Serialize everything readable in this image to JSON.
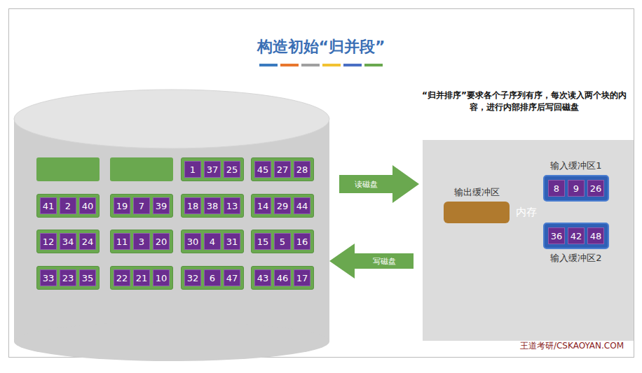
{
  "diagram": {
    "title": "构造初始“归并段”",
    "nodes": [
      {
        "text": [
          "1",
          "37",
          "25"
        ]
      },
      {
        "text": [
          "45",
          "27",
          "28"
        ]
      },
      {
        "text": [
          "41",
          "2",
          "40"
        ]
      },
      {
        "text": [
          "19",
          "7",
          "39"
        ]
      },
      {
        "text": [
          "18",
          "38",
          "13"
        ]
      },
      {
        "text": [
          "14",
          "29",
          "44"
        ]
      },
      {
        "text": [
          "12",
          "34",
          "24"
        ]
      },
      {
        "text": [
          "11",
          "3",
          "20"
        ]
      },
      {
        "text": [
          "30",
          "4",
          "31"
        ]
      },
      {
        "text": [
          "15",
          "5",
          "16"
        ]
      },
      {
        "text": [
          "33",
          "23",
          "35"
        ]
      },
      {
        "text": [
          "22",
          "21",
          "10"
        ]
      },
      {
        "text": [
          "32",
          "6",
          "47"
        ]
      },
      {
        "text": [
          "43",
          "46",
          "17"
        ]
      },
      {
        "text": [
          "内存"
        ]
      },
      {
        "text": [
          "输出缓冲区"
        ],
        "in": 14
      },
      {
        "text": [
          "输入缓冲区1",
          "8",
          "9",
          "26"
        ],
        "in": 14
      },
      {
        "text": [
          "36",
          "42",
          "48",
          "输入缓冲区2"
        ],
        "in": 14
      }
    ],
    "labels": [
      "读磁盘",
      "写磁盘",
      "“归并排序”要求各个子序列有序，每次读入两个块的内容，进行内部排序后写回磁盘",
      "王道考研/CSKAOYAN.COM"
    ]
  }
}
